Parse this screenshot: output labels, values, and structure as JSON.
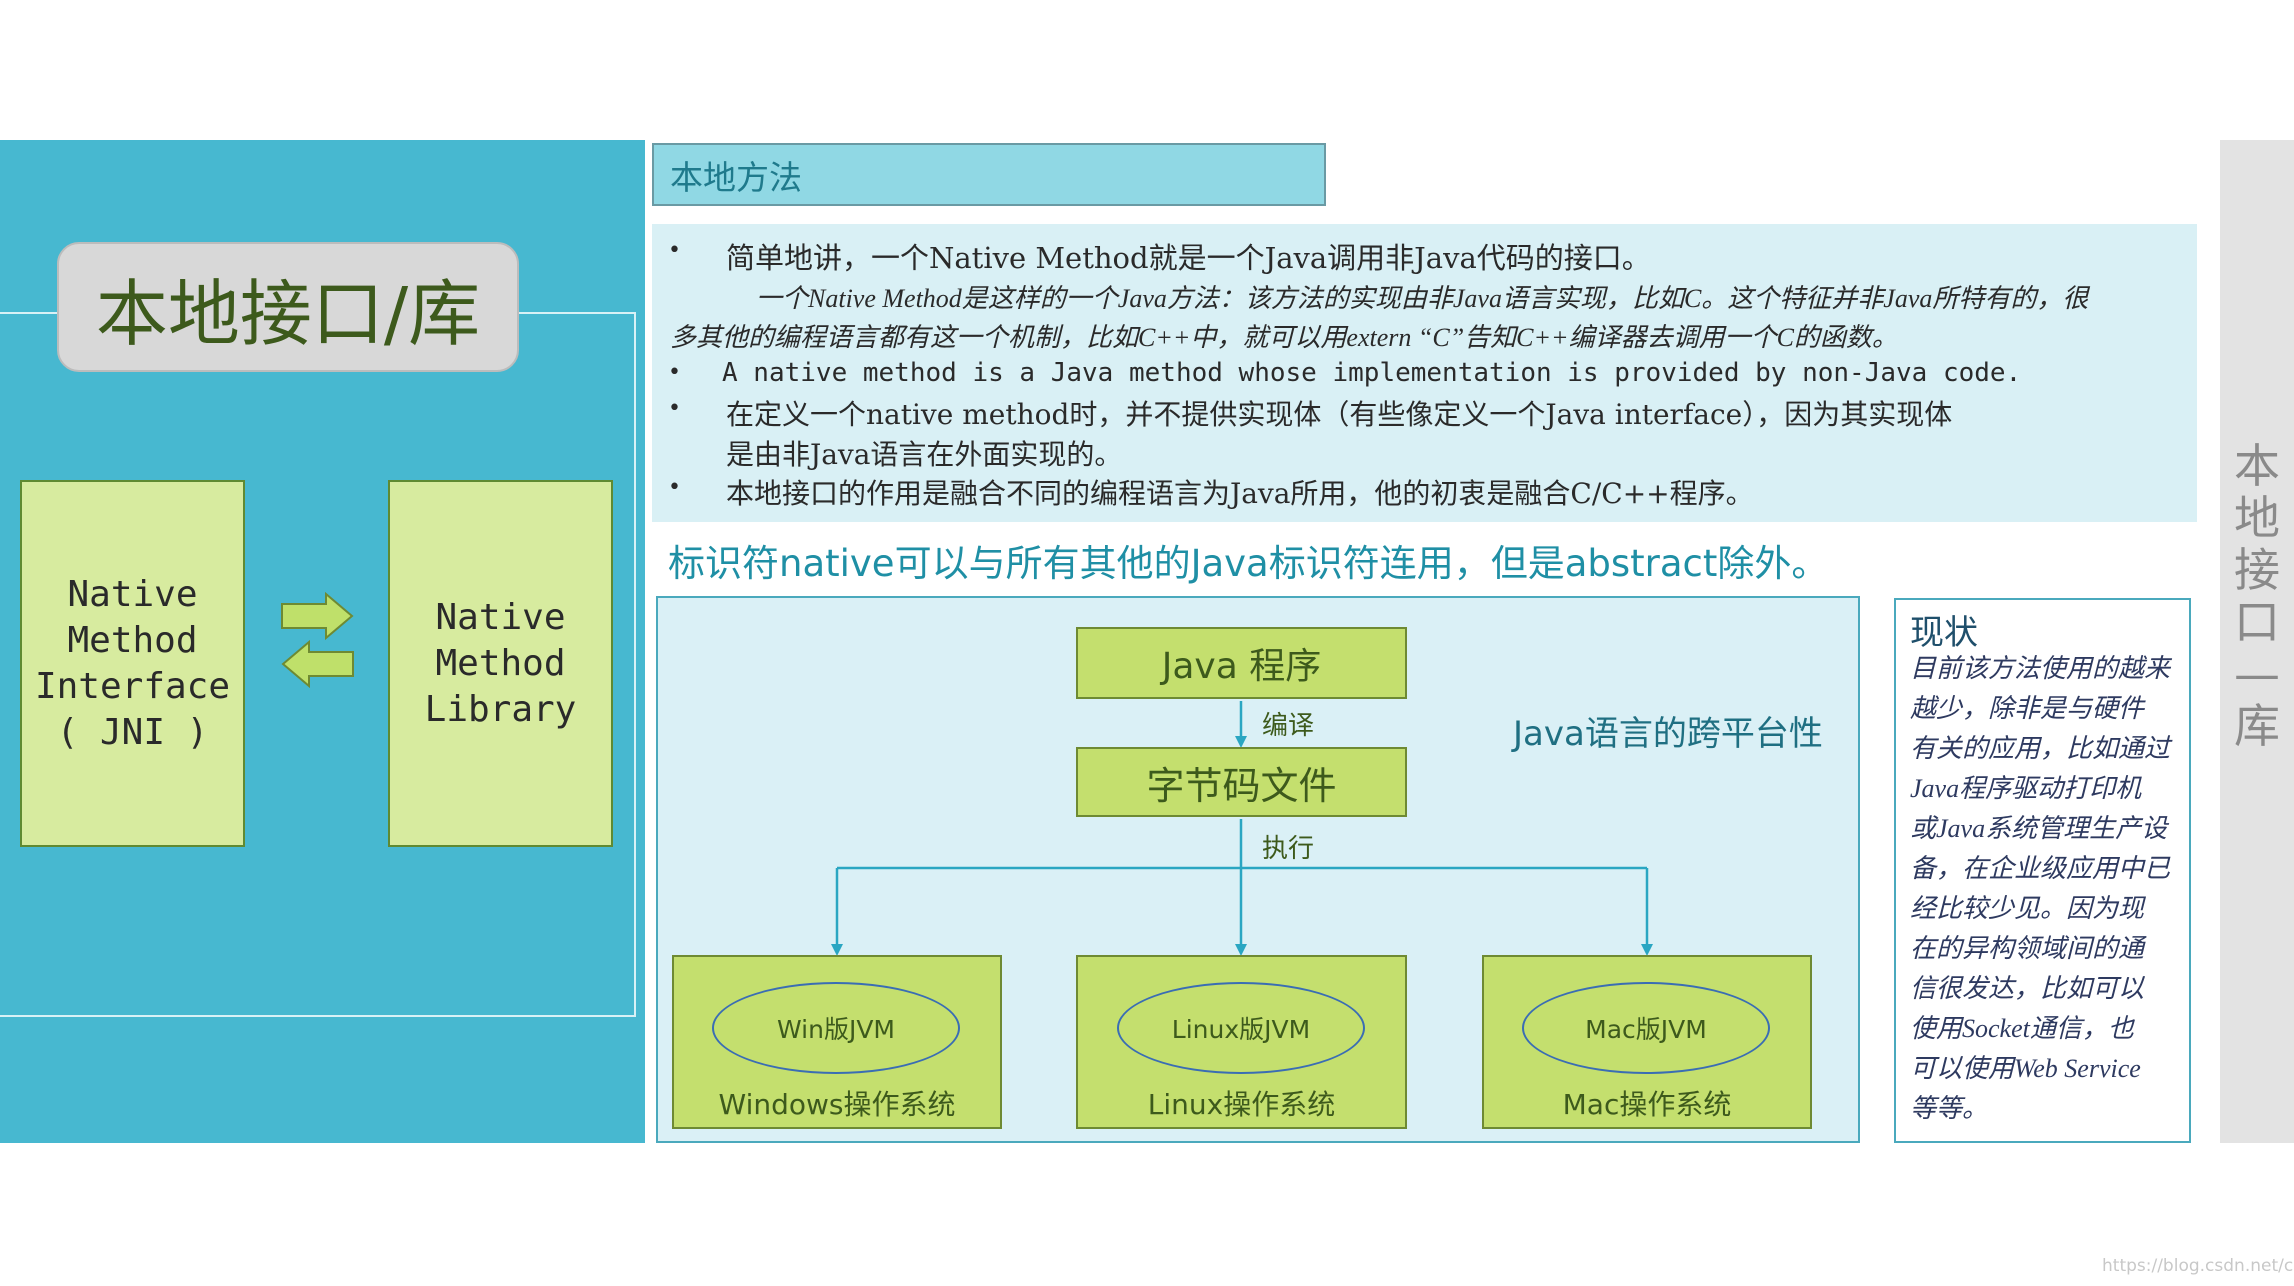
{
  "left": {
    "title": "本地接口/库",
    "jni_box": "Native\nMethod\nInterface\n( JNI )",
    "lib_box": "Native\nMethod\nLibrary"
  },
  "section_header": "本地方法",
  "bullets": {
    "b1": "简单地讲，一个Native Method就是一个Java调用非Java代码的接口。",
    "b1_note_1": "一个Native Method是这样的一个Java方法：该方法的实现由非Java语言实现，比如C。这个特征并非Java所特有的，很",
    "b1_note_2": "多其他的编程语言都有这一个机制，比如C++中，就可以用extern “C”告知C++编译器去调用一个C的函数。",
    "b2": "A native method is a Java method whose implementation is provided by non-Java code.",
    "b3_1": "在定义一个native method时，并不提供实现体（有些像定义一个Java interface），因为其实现体",
    "b3_2": "是由非Java语言在外面实现的。",
    "b4": "本地接口的作用是融合不同的编程语言为Java所用，他的初衷是融合C/C++程序。",
    "bullet_char": "•"
  },
  "headline": "标识符native可以与所有其他的Java标识符连用，但是abstract除外。",
  "flow": {
    "java_node": "Java 程序",
    "edge_compile": "编译",
    "bytecode_node": "字节码文件",
    "edge_execute": "执行",
    "platform_label": "Java语言的跨平台性",
    "os": [
      {
        "jvm": "Win版JVM",
        "os": "Windows操作系统"
      },
      {
        "jvm": "Linux版JVM",
        "os": "Linux操作系统"
      },
      {
        "jvm": "Mac版JVM",
        "os": "Mac操作系统"
      }
    ],
    "colors": {
      "node": "#c4df6e",
      "edge": "#2aa6c2",
      "ellipse": "#3a6db4"
    }
  },
  "status": {
    "title": "现状",
    "lines": [
      "目前该方法使用的越来",
      "越少，除非是与硬件",
      "有关的应用，比如通过",
      "Java程序驱动打印机",
      "或Java系统管理生产设",
      "备，在企业级应用中已",
      "经比较少见。因为现",
      "在的异构领域间的通",
      "信很发达，比如可以",
      "使用Socket通信，也",
      "可以使用Web Service",
      "等等。"
    ]
  },
  "side_tab": "本\n地\n接\n口\n—\n库",
  "watermark": "https://blog.csdn.net/che_l"
}
